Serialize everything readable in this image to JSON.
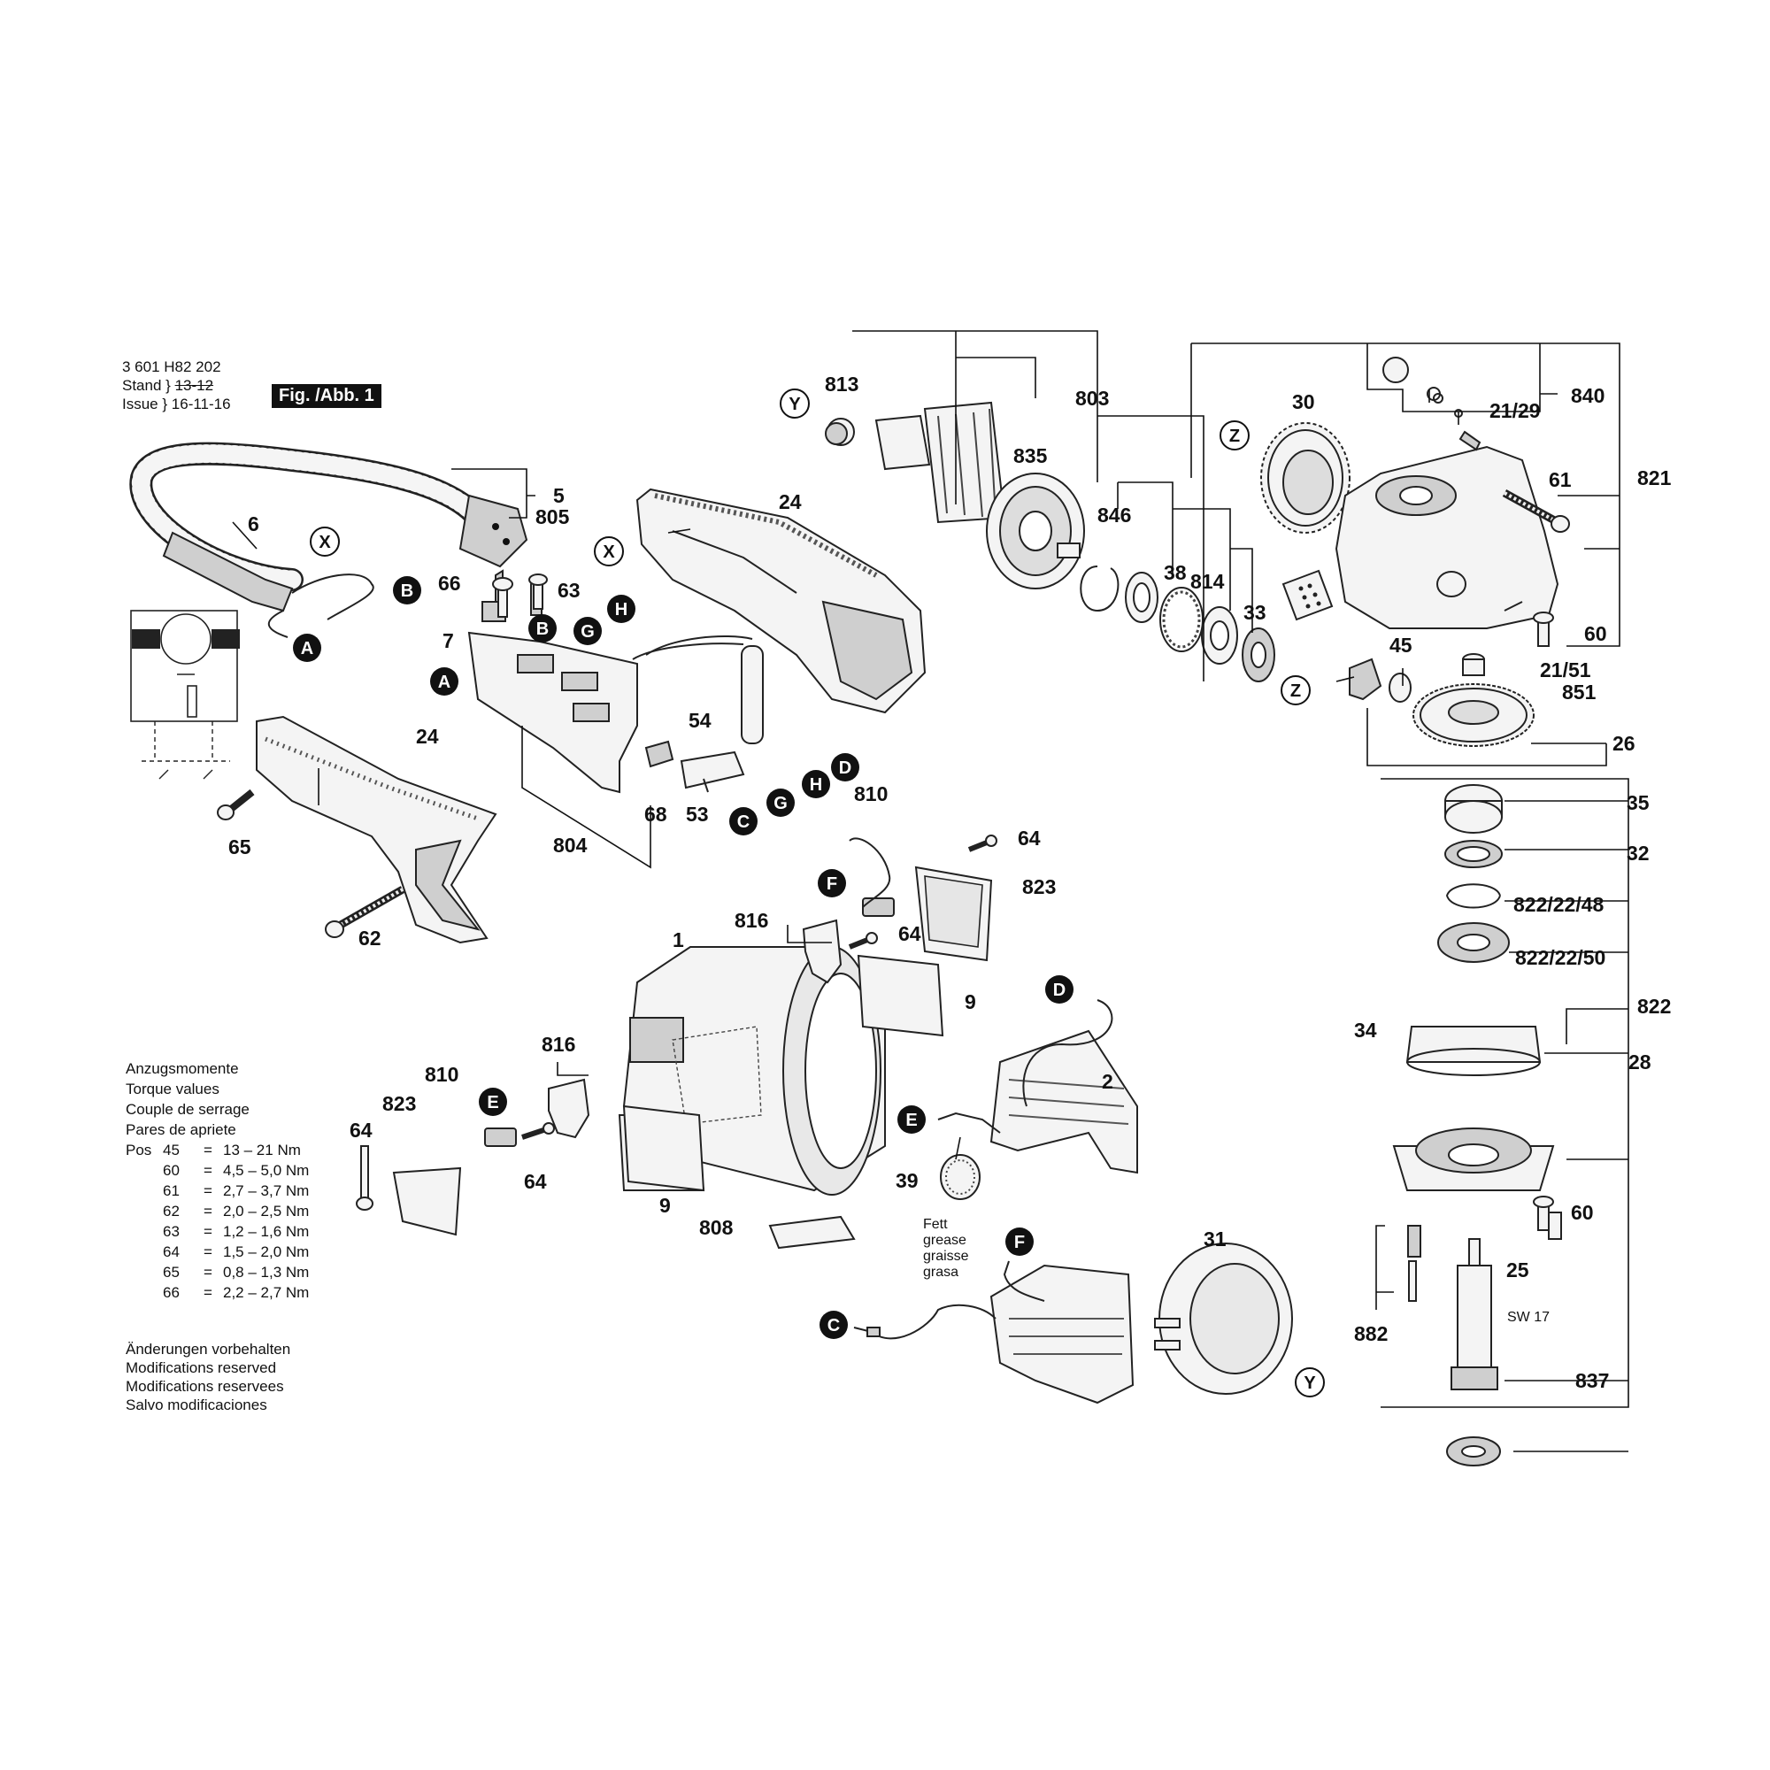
{
  "header": {
    "doc_number": "3 601 H82 202",
    "stand_label": "Stand",
    "stand_value": "13-12",
    "issue_label": "Issue",
    "issue_value": "16-11-16",
    "figure_label": "Fig. /Abb. 1"
  },
  "torque_table": {
    "titles": [
      "Anzugsmomente",
      "Torque values",
      "Couple de serrage",
      "Pares de apriete"
    ],
    "pos_label": "Pos",
    "rows": [
      {
        "pos": "45",
        "value": "13 – 21 Nm"
      },
      {
        "pos": "60",
        "value": "4,5 – 5,0 Nm"
      },
      {
        "pos": "61",
        "value": "2,7 – 3,7 Nm"
      },
      {
        "pos": "62",
        "value": "2,0 – 2,5 Nm"
      },
      {
        "pos": "63",
        "value": "1,2 – 1,6 Nm"
      },
      {
        "pos": "64",
        "value": "1,5 – 2,0 Nm"
      },
      {
        "pos": "65",
        "value": "0,8 – 1,3 Nm"
      },
      {
        "pos": "66",
        "value": "2,2 – 2,7 Nm"
      }
    ]
  },
  "modifications": [
    "Änderungen vorbehalten",
    "Modifications reserved",
    "Modifications reservees",
    "Salvo modificaciones"
  ],
  "grease_note": [
    "Fett",
    "grease",
    "graisse",
    "grasa"
  ],
  "wrench_size": "SW 17",
  "part_labels": {
    "p1": "1",
    "p2": "2",
    "p5": "5",
    "p6": "6",
    "p7": "7",
    "p9a": "9",
    "p9b": "9",
    "p24a": "24",
    "p24b": "24",
    "p25": "25",
    "p26": "26",
    "p28": "28",
    "p30": "30",
    "p31": "31",
    "p32": "32",
    "p33": "33",
    "p34": "34",
    "p35": "35",
    "p38": "38",
    "p39": "39",
    "p45": "45",
    "p53": "53",
    "p54": "54",
    "p60a": "60",
    "p60b": "60",
    "p61": "61",
    "p62": "62",
    "p63": "63",
    "p64a": "64",
    "p64b": "64",
    "p64c": "64",
    "p64d": "64",
    "p65": "65",
    "p66": "66",
    "p68": "68",
    "p803": "803",
    "p804": "804",
    "p805": "805",
    "p808": "808",
    "p810a": "810",
    "p810b": "810",
    "p813": "813",
    "p814": "814",
    "p816a": "816",
    "p816b": "816",
    "p821": "821",
    "p822": "822",
    "p822_22_48": "822/22/48",
    "p822_22_50": "822/22/50",
    "p823a": "823",
    "p823b": "823",
    "p835": "835",
    "p837": "837",
    "p840": "840",
    "p846": "846",
    "p851": "851",
    "p882": "882",
    "p21_29": "21/29",
    "p21_51": "21/51"
  },
  "connector_labels": {
    "A": "A",
    "B": "B",
    "C": "C",
    "D": "D",
    "E": "E",
    "F": "F",
    "G": "G",
    "H": "H",
    "X": "X",
    "Y": "Y",
    "Z": "Z"
  }
}
